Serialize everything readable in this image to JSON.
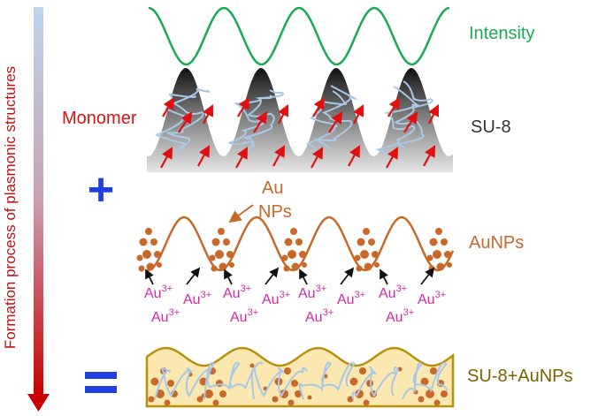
{
  "labels": {
    "axis": "Formation process of plasmonic structures",
    "intensity": "Intensity",
    "su8": "SU-8",
    "monomer": "Monomer",
    "au_nps_line1": "Au",
    "au_nps_line2": "NPs",
    "aunps": "AuNPs",
    "composite": "SU-8+AuNPs",
    "plus": "+",
    "equals": "=",
    "ion": "Au",
    "ion_charge": "3+"
  },
  "colors": {
    "intensity": "#1aaa55",
    "monomer": "#e01010",
    "su8_text": "#333333",
    "aunps": "#c8692a",
    "ions": "#d428b0",
    "operator": "#1f3fe0",
    "composite_text": "#7a6200",
    "composite_fill": "#fbe7b0",
    "composite_border": "#b8900a",
    "polymer_chain": "#a9c8e6",
    "axis_top": "#bcd6ee",
    "axis_bottom": "#c80000"
  }
}
